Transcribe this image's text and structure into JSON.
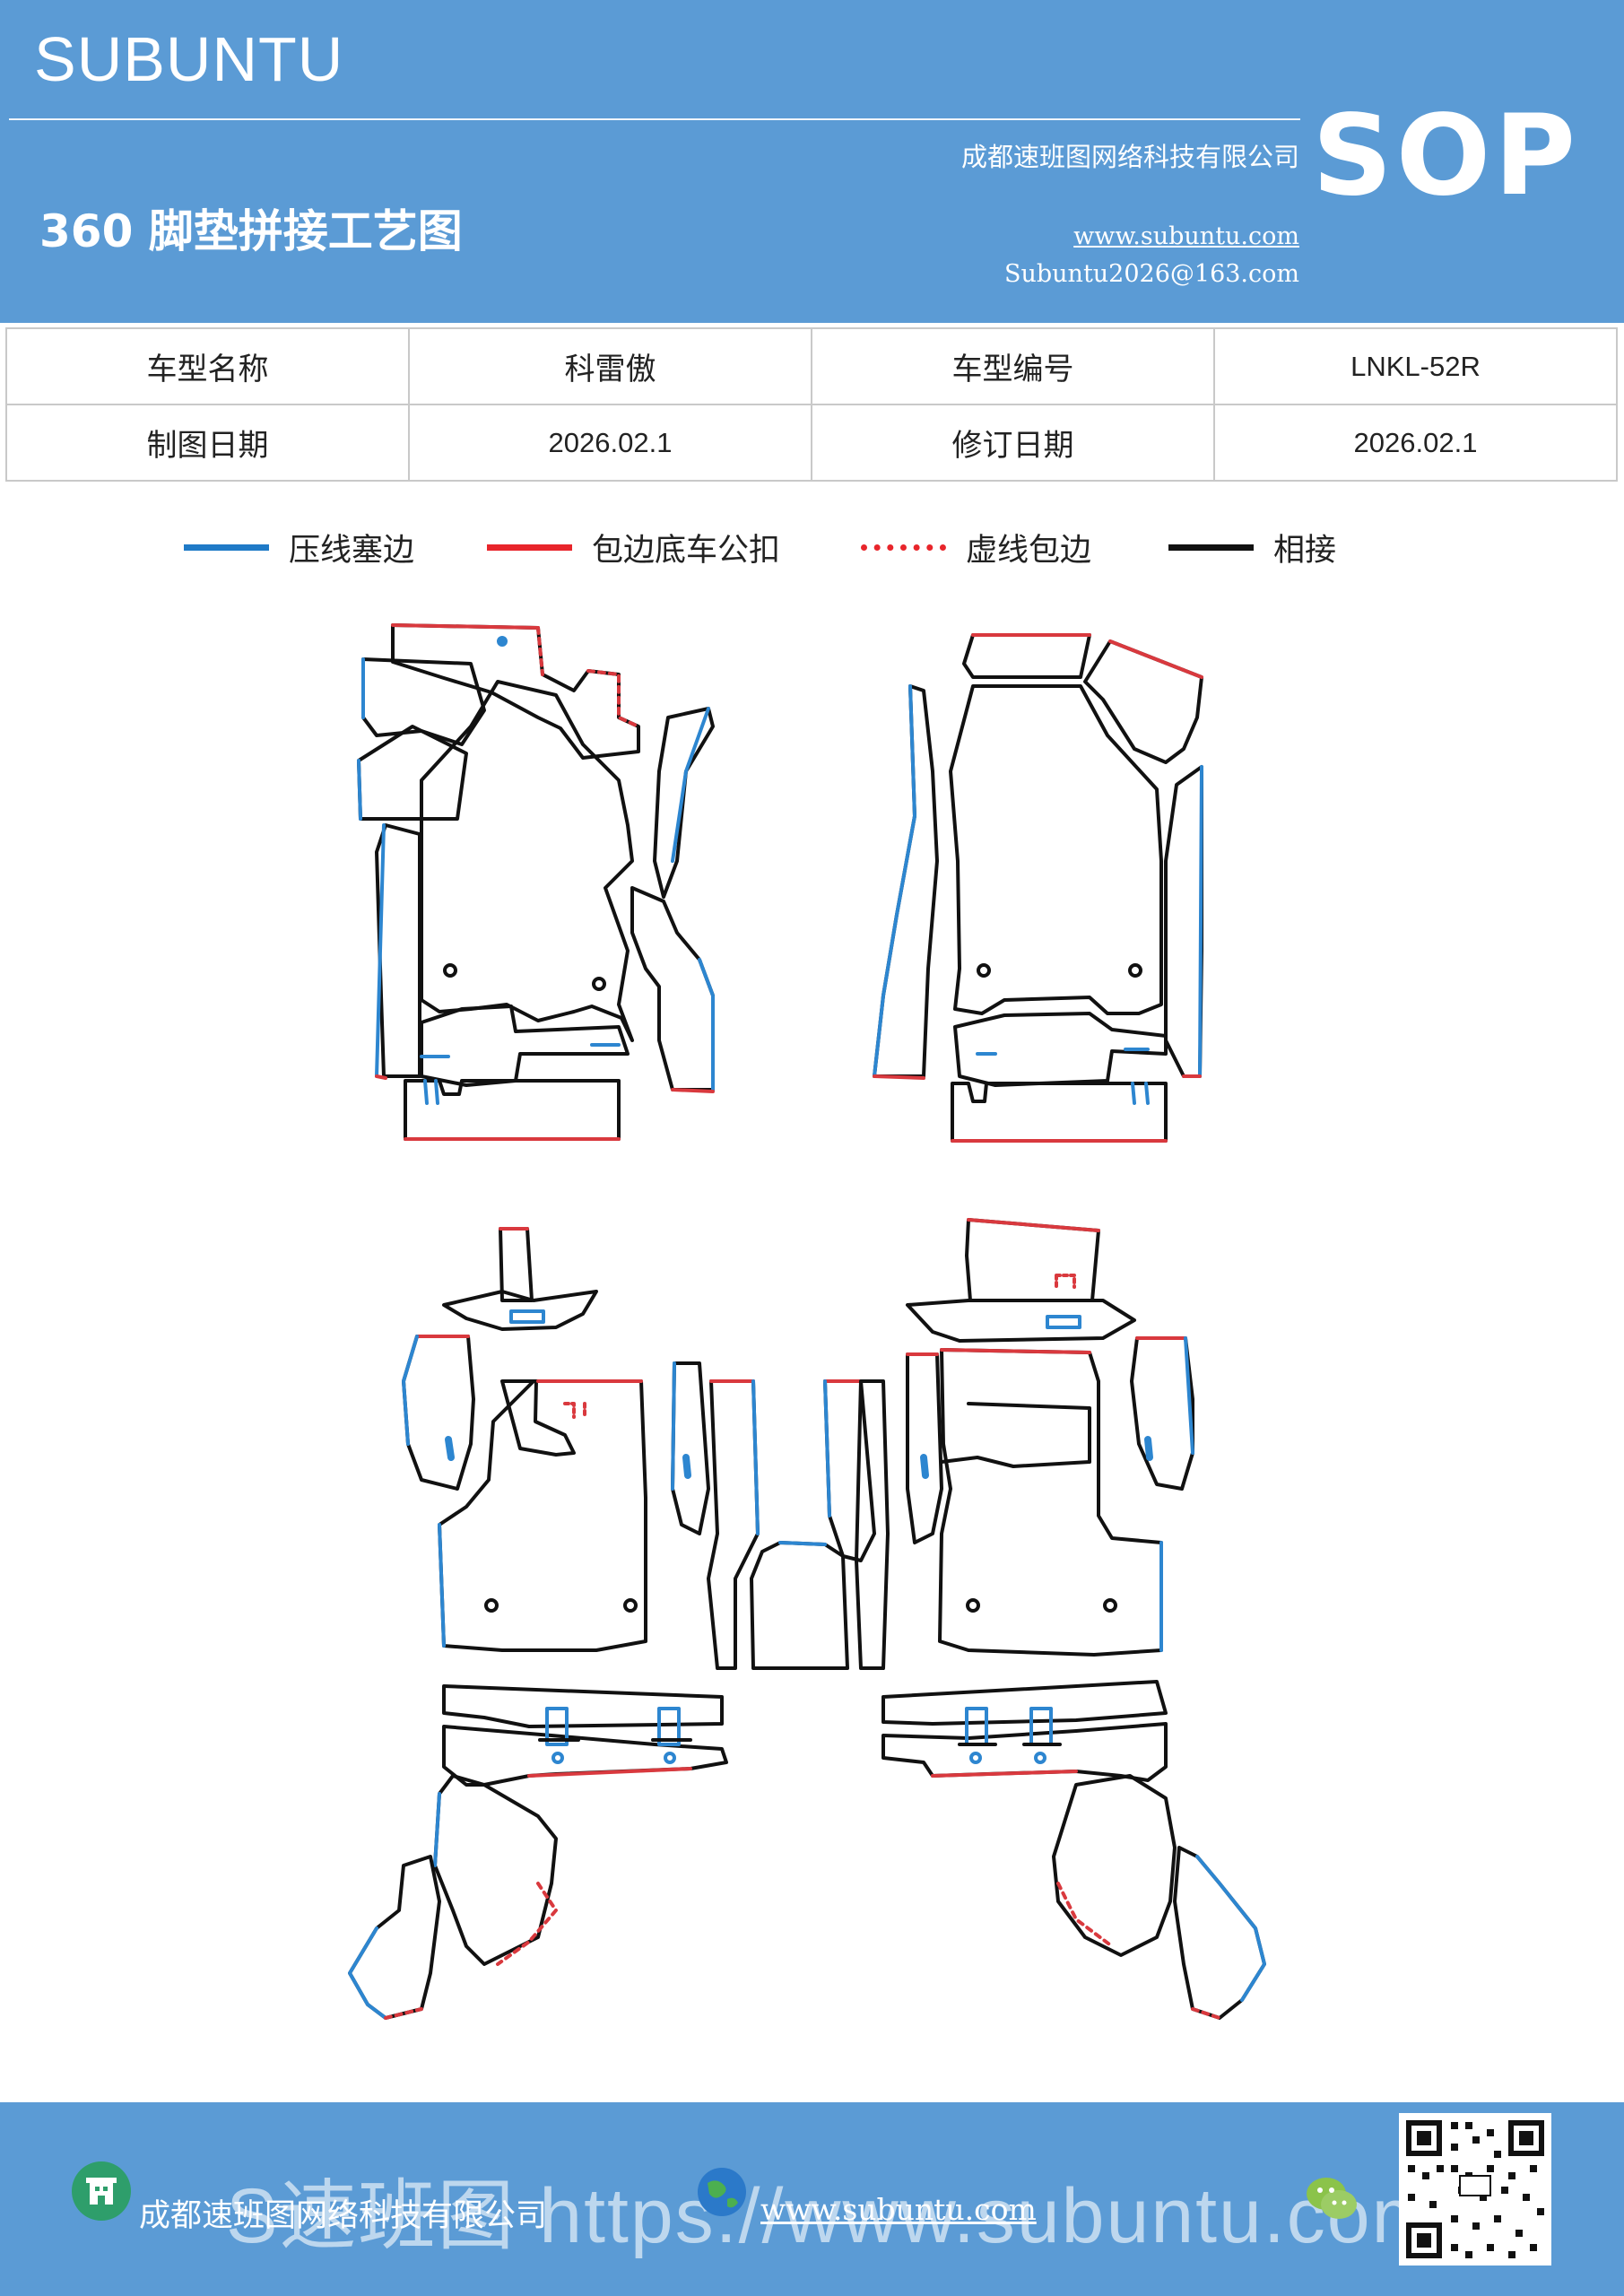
{
  "header": {
    "brand": "SUBUNTU",
    "company": "成都速班图网络科技有限公司",
    "title": "360 脚垫拼接工艺图",
    "website": "www.subuntu.com",
    "email": "Subuntu2026@163.com",
    "badge": "SOP"
  },
  "info_table": {
    "rows": [
      [
        {
          "label": "车型名称",
          "value": "科雷傲"
        },
        {
          "label": "车型编号",
          "value": "LNKL-52R"
        }
      ],
      [
        {
          "label": "制图日期",
          "value": "2026.02.1"
        },
        {
          "label": "修订日期",
          "value": "2026.02.1"
        }
      ]
    ]
  },
  "legend": [
    {
      "label": "压线塞边",
      "color": "#1f7ac7",
      "style": "solid"
    },
    {
      "label": "包边底车公扣",
      "color": "#e8252b",
      "style": "solid"
    },
    {
      "label": "虚线包边",
      "color": "#e8252b",
      "style": "dotted"
    },
    {
      "label": "相接",
      "color": "#111111",
      "style": "solid"
    }
  ],
  "colors": {
    "header_bg": "#5b9bd5",
    "blue_edge": "#2d86d0",
    "red_edge": "#d9393e",
    "black_edge": "#111111"
  },
  "footer": {
    "company": "成都速班图网络科技有限公司",
    "website": "www.subuntu.com",
    "watermark": "S速班图 https://www.subuntu.com",
    "icons": [
      "building-icon",
      "globe-icon",
      "wechat-icon",
      "qr-code"
    ]
  }
}
